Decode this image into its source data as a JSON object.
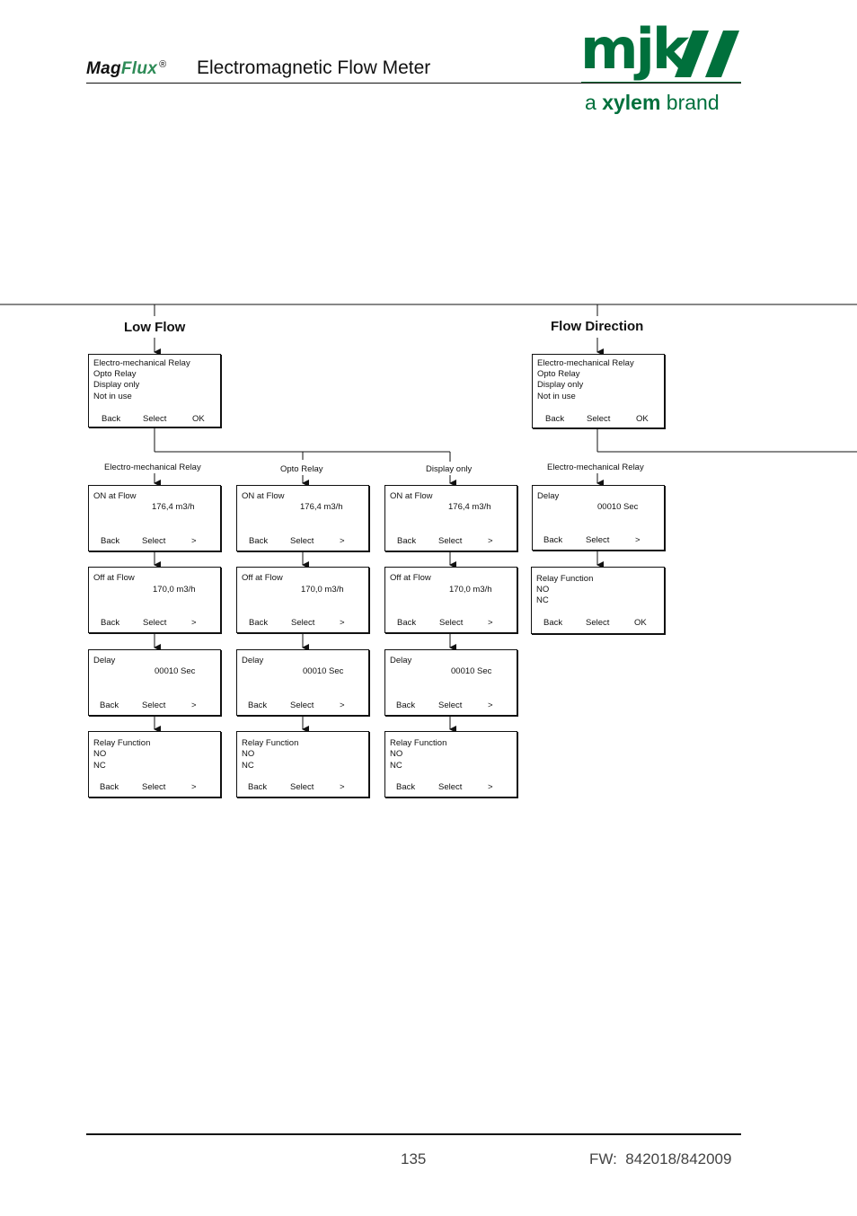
{
  "header": {
    "brand_mag": "Mag",
    "brand_flux": "Flux",
    "brand_reg": "®",
    "title": "Electromagnetic Flow Meter",
    "logo_text": "mjk",
    "logo_sub_a": "a ",
    "logo_sub_xylem": "xylem",
    "logo_sub_brand": " brand"
  },
  "sections": {
    "low_flow": "Low Flow",
    "flow_direction": "Flow Direction"
  },
  "menus": {
    "output_select": {
      "lines": [
        "Electro-mechanical Relay",
        "Opto Relay",
        "Display only",
        "Not in use"
      ],
      "buttons": [
        "Back",
        "Select",
        "OK"
      ]
    }
  },
  "branches": {
    "electro_relay": "Electro-mechanical Relay",
    "opto_relay": "Opto Relay",
    "display_only": "Display only"
  },
  "screens": {
    "on_flow": {
      "label": "ON at Flow",
      "value": "176,4 m3/h"
    },
    "off_flow": {
      "label": "Off at Flow",
      "value": "170,0 m3/h"
    },
    "delay": {
      "label": "Delay",
      "value": "00010 Sec"
    },
    "relay_function": {
      "lines": [
        "Relay Function",
        "NO",
        "NC"
      ]
    }
  },
  "buttons": {
    "back": "Back",
    "select": "Select",
    "next": ">",
    "ok": "OK"
  },
  "footer": {
    "page": "135",
    "fw": "FW:  842018/842009"
  }
}
